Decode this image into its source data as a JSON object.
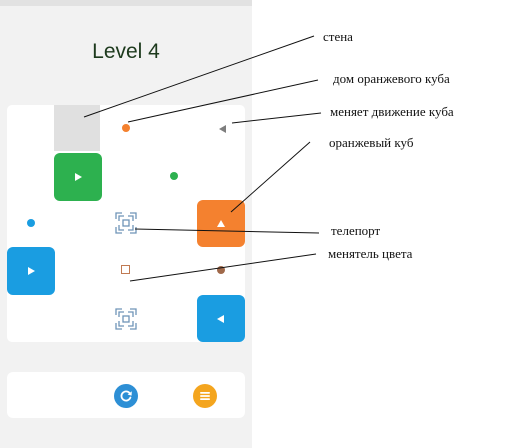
{
  "level_title": "Level 4",
  "colors": {
    "orange": "#f4812f",
    "green": "#2db14f",
    "blue": "#1a9de1",
    "brown": "#a0694a",
    "wall": "#e0e0e0"
  },
  "board": {
    "cubes": [
      {
        "color": "green",
        "direction": "right",
        "icon": "play-right-icon"
      },
      {
        "color": "orange",
        "direction": "up",
        "icon": "play-up-icon"
      },
      {
        "color": "blue",
        "direction": "right",
        "icon": "play-right-icon"
      },
      {
        "color": "blue",
        "direction": "left",
        "icon": "play-left-icon"
      }
    ],
    "homes": [
      "orange",
      "green",
      "blue",
      "brown"
    ],
    "director": {
      "direction": "left",
      "icon": "triangle-left-icon"
    },
    "teleports": 2,
    "color_changer": {
      "color": "brown"
    }
  },
  "controls": {
    "restart_icon": "restart-icon",
    "menu_icon": "menu-icon"
  },
  "annotations": {
    "wall": "стена",
    "home": "дом оранжевого куба",
    "director": "меняет движение куба",
    "orange_cube": "оранжевый куб",
    "teleport": "телепорт",
    "changer": "менятель цвета"
  }
}
